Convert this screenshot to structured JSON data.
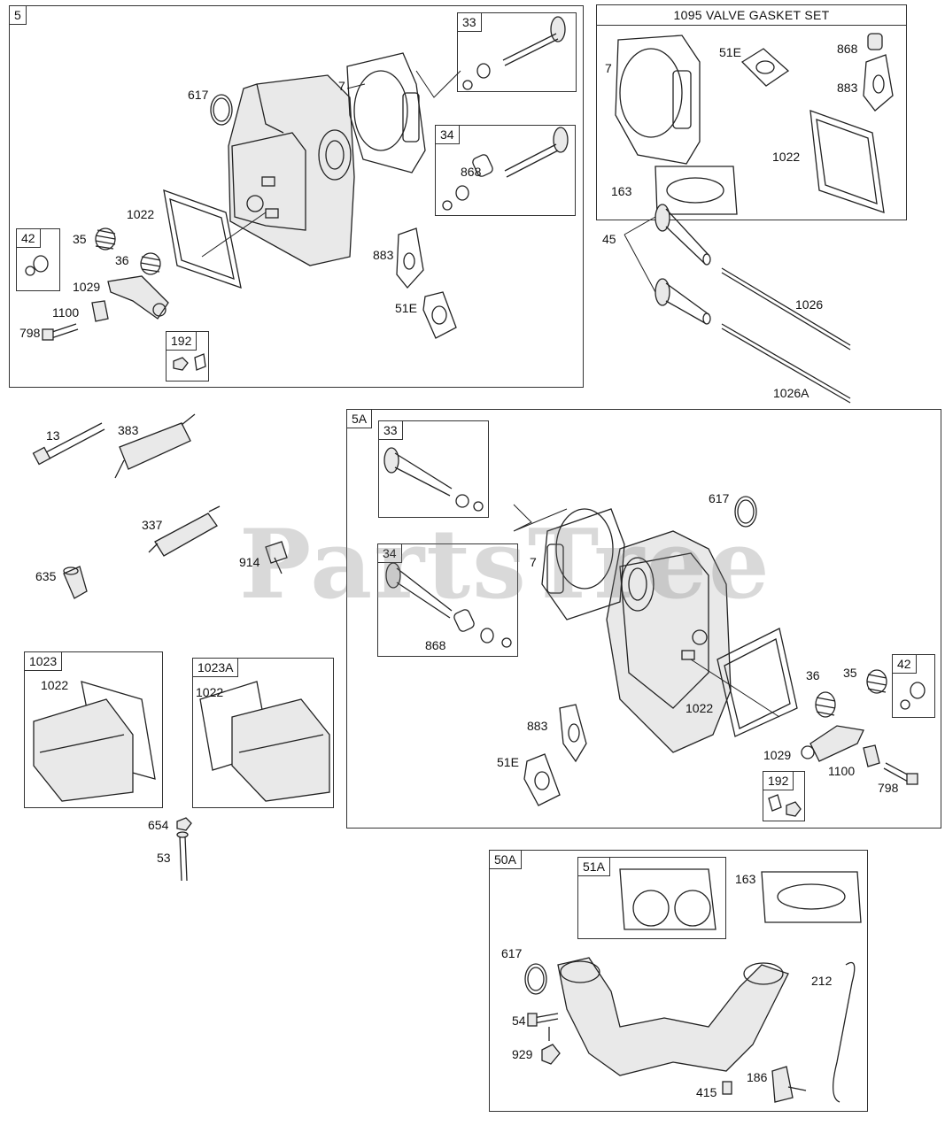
{
  "watermark": "PartsTree",
  "kits": {
    "k5": {
      "tag": "5"
    },
    "k33": {
      "tag": "33"
    },
    "k34": {
      "tag": "34"
    },
    "k42": {
      "tag": "42"
    },
    "k192": {
      "tag": "192"
    },
    "kvgs": {
      "title": "1095 VALVE GASKET SET"
    },
    "k5a": {
      "tag": "5A"
    },
    "k5a33": {
      "tag": "33"
    },
    "k5a34": {
      "tag": "34"
    },
    "k5a42": {
      "tag": "42"
    },
    "k5a192": {
      "tag": "192"
    },
    "k1023": {
      "tag": "1023"
    },
    "k1023a": {
      "tag": "1023A"
    },
    "k50a": {
      "tag": "50A"
    },
    "k51a": {
      "tag": "51A"
    }
  },
  "labels": {
    "l617a": "617",
    "l7a": "7",
    "l1022a": "1022",
    "l35a": "35",
    "l36a": "36",
    "l1029a": "1029",
    "l1100a": "1100",
    "l798a": "798",
    "l868a": "868",
    "l883a": "883",
    "l51ea": "51E",
    "v7": "7",
    "v51e": "51E",
    "v868": "868",
    "v883": "883",
    "v1022": "1022",
    "v163": "163",
    "l45": "45",
    "l1026": "1026",
    "l1026a": "1026A",
    "l13": "13",
    "l383": "383",
    "l337": "337",
    "l914": "914",
    "l635": "635",
    "b617": "617",
    "b7": "7",
    "b868": "868",
    "b36": "36",
    "b35": "35",
    "b1022": "1022",
    "b883": "883",
    "b51e": "51E",
    "b1029": "1029",
    "b1100": "1100",
    "b798": "798",
    "c1022a": "1022",
    "c1022b": "1022",
    "l654": "654",
    "l53": "53",
    "m163": "163",
    "m617": "617",
    "m212": "212",
    "m54": "54",
    "m929": "929",
    "m186": "186",
    "m415": "415"
  }
}
